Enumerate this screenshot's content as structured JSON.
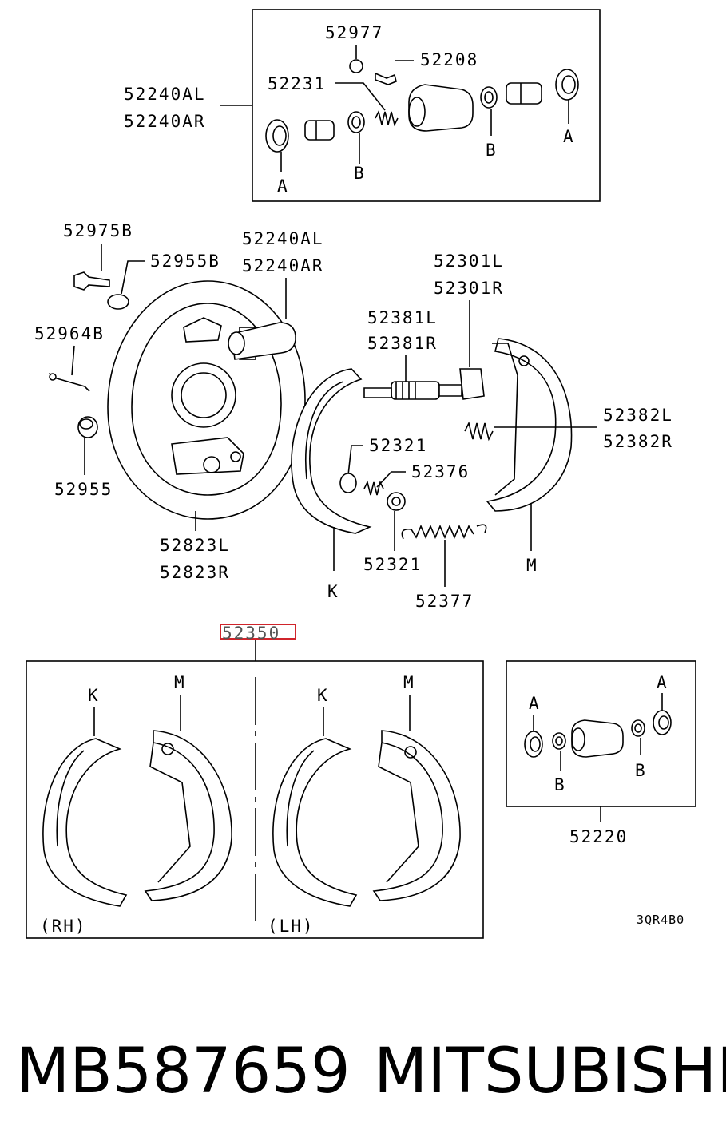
{
  "inset_cylinder": {
    "labels": {
      "p52977": "52977",
      "p52208": "52208",
      "p52231": "52231",
      "p52240al": "52240AL",
      "p52240ar": "52240AR",
      "a_left": "A",
      "a_right": "A",
      "b_left": "B",
      "b_right": "B"
    }
  },
  "main_assembly": {
    "labels": {
      "p52975b": "52975B",
      "p52955b": "52955B",
      "p52240al": "52240AL",
      "p52240ar": "52240AR",
      "p52301l": "52301L",
      "p52301r": "52301R",
      "p52381l": "52381L",
      "p52381r": "52381R",
      "p52964b": "52964B",
      "p52382l": "52382L",
      "p52382r": "52382R",
      "p52321_top": "52321",
      "p52376": "52376",
      "p52955": "52955",
      "p52823l": "52823L",
      "p52823r": "52823R",
      "p52321_bottom": "52321",
      "k": "K",
      "m": "M",
      "p52377": "52377"
    }
  },
  "shoe_set": {
    "part_number": "52350",
    "highlight_color": "#d0242b",
    "k_rh": "K",
    "m_rh": "M",
    "k_lh": "K",
    "m_lh": "M",
    "rh_label": "(RH)",
    "lh_label": "(LH)"
  },
  "inset_wheel_cyl": {
    "part_number": "52220",
    "a_left": "A",
    "a_right": "A",
    "b_left": "B",
    "b_right": "B"
  },
  "drawing_code": "3QR4B0",
  "footer": {
    "part_no": "MB587659",
    "brand": "MITSUBISHI"
  }
}
